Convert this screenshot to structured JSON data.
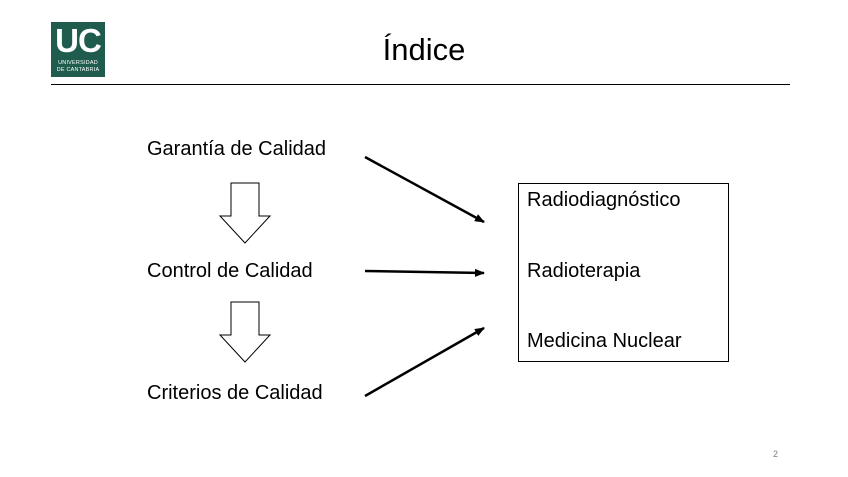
{
  "logo": {
    "mark": "UC",
    "subline_1": "UNIVERSIDAD",
    "subline_2": "DE CANTABRIA",
    "color": "#1f5c4d"
  },
  "slide": {
    "title": "Índice",
    "page_number": "2"
  },
  "hierarchy": [
    {
      "label": "Garantía de Calidad"
    },
    {
      "label": "Control de Calidad"
    },
    {
      "label": "Criterios de Calidad"
    }
  ],
  "applications": [
    {
      "label": "Radiodiagnóstico"
    },
    {
      "label": "Radioterapia"
    },
    {
      "label": "Medicina Nuclear"
    }
  ]
}
